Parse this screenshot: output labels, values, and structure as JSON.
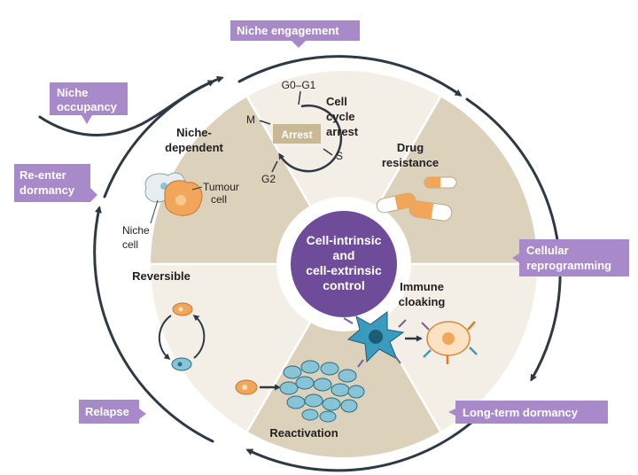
{
  "center": {
    "line1": "Cell-intrinsic",
    "line2": "and",
    "line3": "cell-extrinsic",
    "line4": "control"
  },
  "segments": {
    "cell_cycle": {
      "line1": "Cell",
      "line2": "cycle",
      "line3": "arrest",
      "arrest_label": "Arrest",
      "g0g1": "G0–G1",
      "m": "M",
      "s": "S",
      "g2": "G2"
    },
    "drug": {
      "line1": "Drug",
      "line2": "resistance"
    },
    "immune": {
      "line1": "Immune",
      "line2": "cloaking"
    },
    "reactivation": {
      "label": "Reactivation"
    },
    "reversible": {
      "label": "Reversible"
    },
    "niche": {
      "line1": "Niche-",
      "line2": "dependent",
      "tumour1": "Tumour",
      "tumour2": "cell",
      "niche1": "Niche",
      "niche2": "cell"
    }
  },
  "tags": {
    "niche_engagement": "Niche engagement",
    "niche_occupancy1": "Niche",
    "niche_occupancy2": "occupancy",
    "reenter1": "Re-enter",
    "reenter2": "dormancy",
    "cellular1": "Cellular",
    "cellular2": "reprogramming",
    "long_term": "Long-term dormancy",
    "relapse": "Relapse"
  },
  "colors": {
    "dark_segment": "#dcd1bb",
    "light_segment": "#f3efe6",
    "center_purple": "#6e4c9a",
    "tag_purple": "#a889c9",
    "cycle_stroke": "#2d3a44",
    "cell_orange": "#f2a65a",
    "cell_blue": "#86c4d6"
  }
}
